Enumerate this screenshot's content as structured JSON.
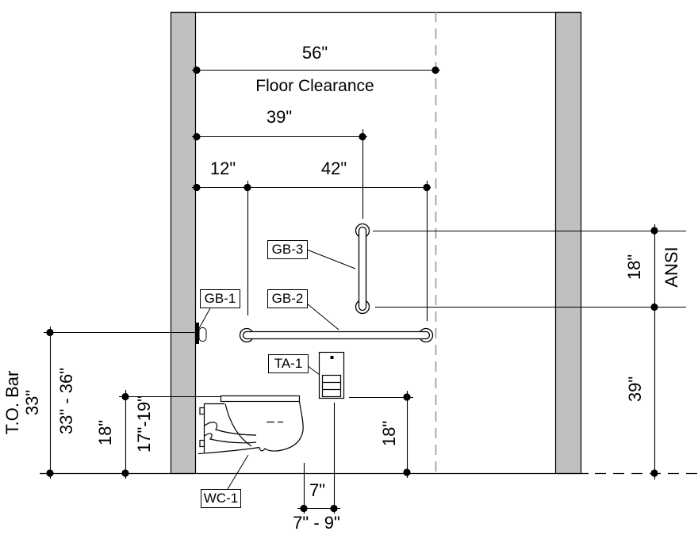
{
  "colors": {
    "wall_fill": "#c0c0c0",
    "centerline": "#999999",
    "line": "#000000",
    "background": "#ffffff"
  },
  "labels": {
    "floor_clearance_value": "56\"",
    "floor_clearance_caption": "Floor Clearance",
    "rear_bar_offset": "39\"",
    "side_offset": "12\"",
    "bar_length": "42\"",
    "vertical_bar_length": "18\"",
    "code_ref": "ANSI",
    "vertical_bar_height": "39\"",
    "to_bar_line1": "T.O. Bar",
    "to_bar_line2": "33\"",
    "bar_height_range": "33\" - 36\"",
    "seat_height_nominal": "18\"",
    "seat_height_range": "17\"-19\"",
    "dispenser_height": "18\"",
    "dispenser_offset_nominal": "7\"",
    "dispenser_offset_range": "7\" - 9\""
  },
  "tags": {
    "gb1": "GB-1",
    "gb2": "GB-2",
    "gb3": "GB-3",
    "ta1": "TA-1",
    "wc1": "WC-1"
  }
}
